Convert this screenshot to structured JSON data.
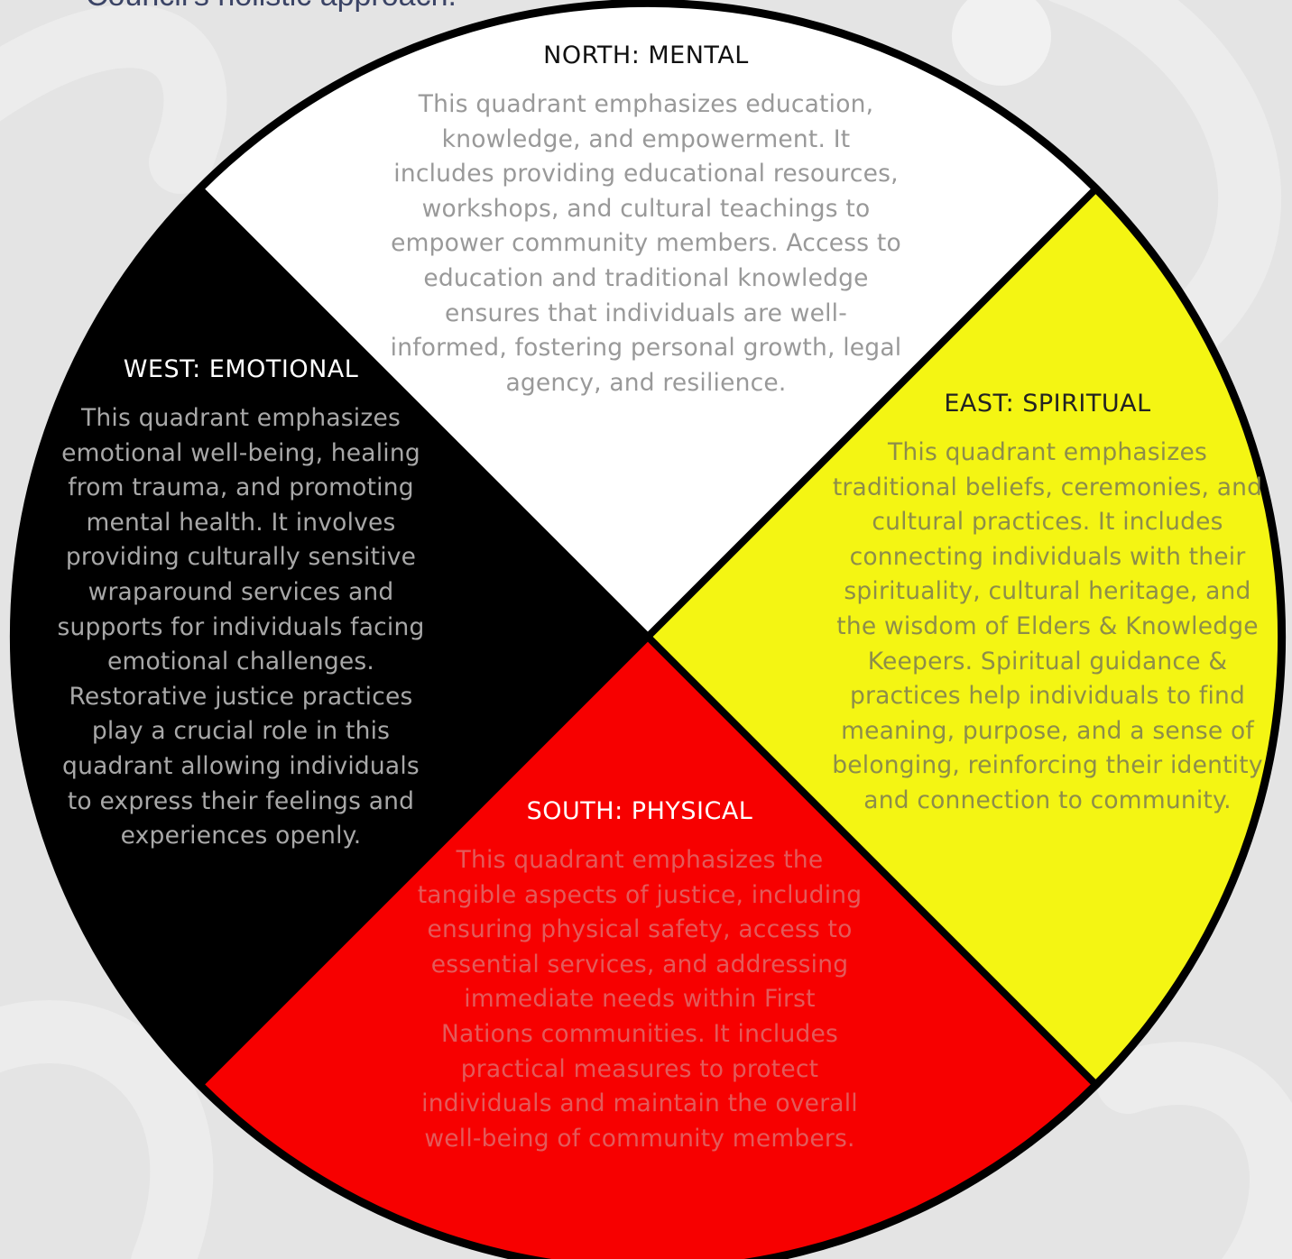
{
  "heading": "Council's holistic approach.",
  "colors": {
    "north": "#ffffff",
    "east": "#f4f513",
    "south": "#f70000",
    "west": "#000000",
    "outline": "#000000",
    "background": "#e4e4e4"
  },
  "quadrants": {
    "north": {
      "title": "NORTH: MENTAL",
      "text": "This quadrant emphasizes education, knowledge, and empowerment. It includes providing educational resources, workshops, and cultural teachings to empower community members. Access to education and traditional knowledge ensures that individuals are well-informed, fostering personal growth, legal agency, and resilience."
    },
    "east": {
      "title": "EAST: SPIRITUAL",
      "text": "This quadrant emphasizes traditional beliefs, ceremonies, and cultural practices. It includes connecting individuals with their spirituality, cultural heritage, and the wisdom of Elders & Knowledge Keepers. Spiritual guidance & practices help individuals to find meaning, purpose, and a sense of belonging, reinforcing their identity and connection to community."
    },
    "south": {
      "title": "SOUTH: PHYSICAL",
      "text": "This quadrant emphasizes the tangible aspects of justice, including ensuring physical safety, access to essential services, and addressing immediate needs within First Nations communities. It includes practical measures to protect individuals and maintain the overall well-being of community members."
    },
    "west": {
      "title": "WEST: EMOTIONAL",
      "text": "This quadrant emphasizes emotional well-being, healing from trauma, and promoting mental health. It involves providing culturally sensitive wraparound services and supports for individuals facing emotional challenges. Restorative justice practices play a crucial role in this quadrant allowing individuals to express their feelings and experiences openly."
    }
  }
}
